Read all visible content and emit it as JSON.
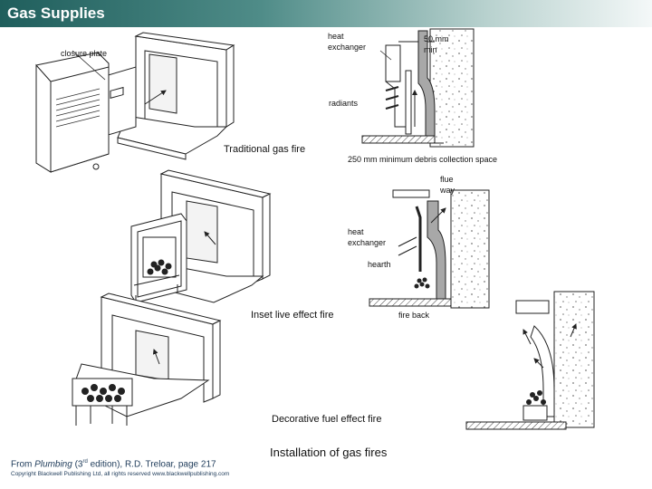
{
  "header": {
    "title": "Gas Supplies"
  },
  "labels": {
    "heat_exchanger_1": "heat exchanger",
    "min_50": "50 mm min",
    "closure_plate": "closure plate",
    "radiants": "radiants",
    "traditional": "Traditional gas fire",
    "debris": "250 mm minimum debris collection space",
    "flue_way": "flue way",
    "heat_exchanger_2": "heat exchanger",
    "hearth": "hearth",
    "inset": "Inset live effect fire",
    "fire_back": "fire back",
    "decorative": "Decorative fuel effect fire",
    "installation": "Installation of gas fires"
  },
  "footer": {
    "credit_prefix": "From ",
    "credit_book": "Plumbing",
    "credit_edition_pre": " (3",
    "credit_edition_sup": "rd",
    "credit_rest": " edition), R.D. Treloar, page 217",
    "copyright": "Copyright Blackwell Publishing Ltd, all rights reserved www.blackwellpublishing.com"
  },
  "colors": {
    "title_bar_start": "#1f5e5c",
    "title_bar_end": "#f4f8f8",
    "credit_text": "#1d3a59"
  }
}
